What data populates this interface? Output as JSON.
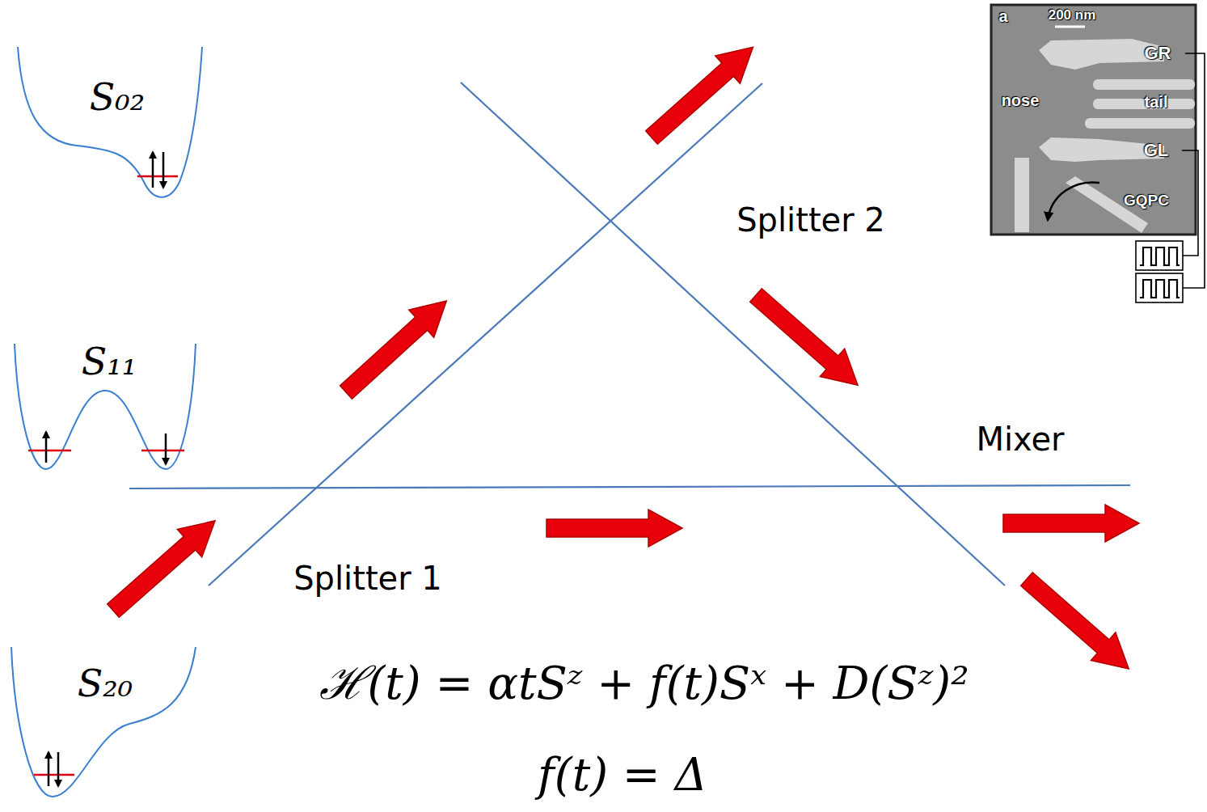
{
  "diagram": {
    "labels": [
      "S₀₂",
      "S₁₁",
      "S₂₀",
      "Splitter 2",
      "Mixer",
      "Splitter 1",
      "ℋ(t) = αtSᶻ + f(t)Sˣ + D(Sᶻ)²",
      "f(t) = Δ",
      "a",
      "200 nm",
      "GR",
      "nose",
      "tail",
      "GL",
      "GQPC"
    ]
  }
}
